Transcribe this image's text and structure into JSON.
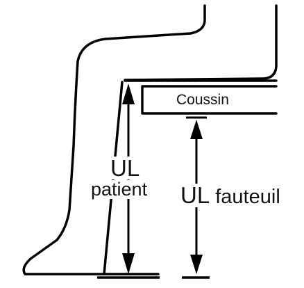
{
  "labels": {
    "cushion": "Coussin",
    "ul_patient_line1": "UL",
    "ul_patient_line2": "patient",
    "ul_chair_prefix": "UL",
    "ul_chair_suffix": " fauteuil"
  },
  "colors": {
    "ink": "#000000",
    "background": "#ffffff"
  }
}
